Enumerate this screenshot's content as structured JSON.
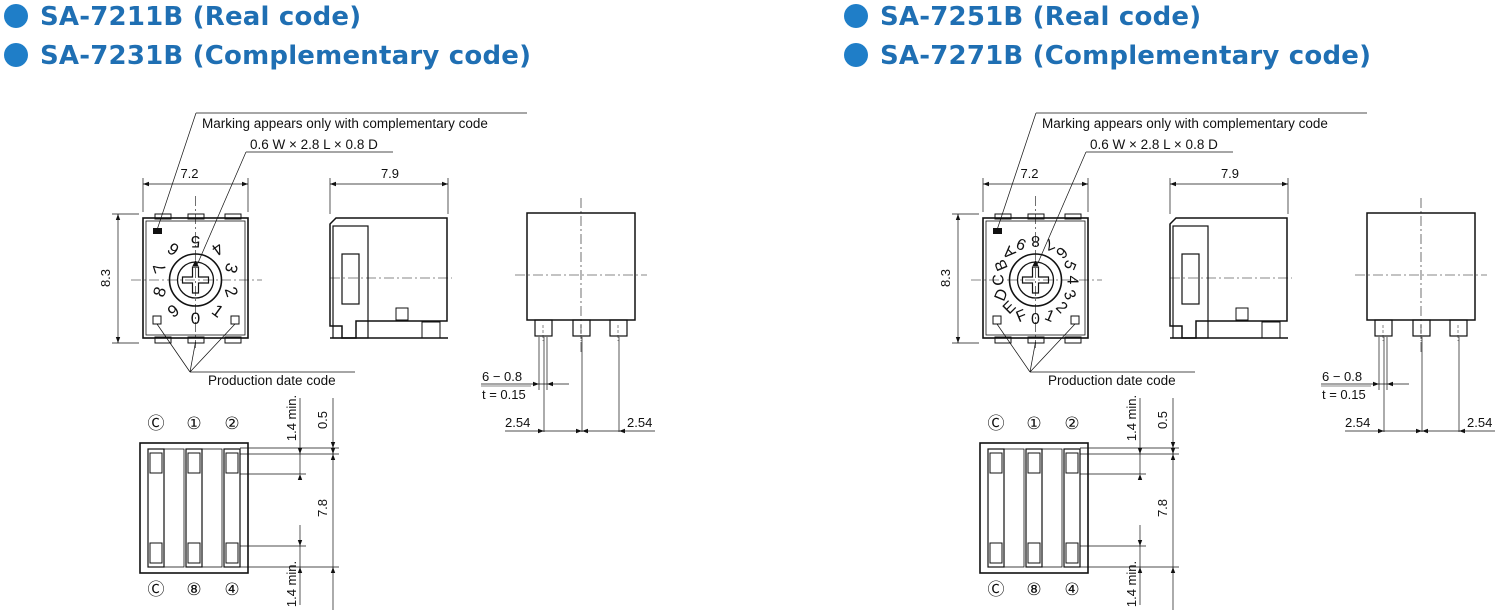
{
  "left": {
    "titles": [
      "SA-7211B (Real code)",
      "SA-7231B (Complementary code)"
    ],
    "dial_digits": [
      "0",
      "1",
      "2",
      "3",
      "4",
      "5",
      "6",
      "7",
      "8",
      "9"
    ]
  },
  "right": {
    "titles": [
      "SA-7251B (Real code)",
      "SA-7271B (Complementary code)"
    ],
    "dial_digits": [
      "0",
      "1",
      "2",
      "3",
      "4",
      "5",
      "6",
      "7",
      "8",
      "9",
      "A",
      "B",
      "C",
      "D",
      "E",
      "F"
    ]
  },
  "labels": {
    "marking_note": "Marking appears only with complementary code",
    "marking_dim": "0.6 W × 2.8 L × 0.8 D",
    "production_date": "Production date code",
    "width": "7.2",
    "height": "8.3",
    "depth": "7.9",
    "lead": "6 − 0.8",
    "thickness": "t = 0.15",
    "pitch": "2.54",
    "min_14": "1.4 min.",
    "gap_05": "0.5",
    "span_78": "7.8",
    "pins_top": [
      "Ⓒ",
      "①",
      "②"
    ],
    "pins_bottom": [
      "Ⓒ",
      "⑧",
      "④"
    ]
  }
}
